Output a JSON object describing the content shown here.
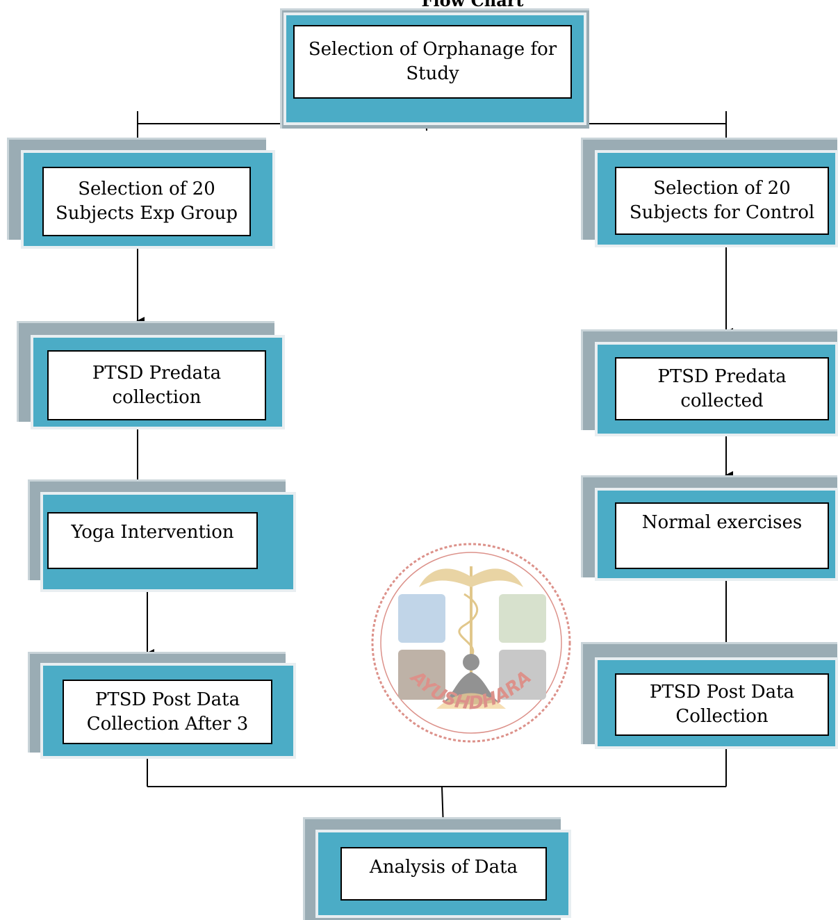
{
  "title": "Flow Chart",
  "nodes": {
    "orphanage": "Selection of Orphanage for Study",
    "exp_group": "Selection of 20 Subjects Exp Group",
    "control_group": "Selection of 20 Subjects for Control",
    "exp_predata": "PTSD Predata collection",
    "control_predata": "PTSD Predata collected",
    "yoga": "Yoga Intervention",
    "normal_exercises": "Normal exercises",
    "exp_post": "PTSD Post Data Collection After 3",
    "control_post": "PTSD Post Data Collection",
    "analysis": "Analysis of Data"
  },
  "watermark": {
    "text": "AYUSHDHARA"
  },
  "colors": {
    "frame": "#4bacc6",
    "shadow": "#9aacb4",
    "watermark": "#c0392b"
  }
}
